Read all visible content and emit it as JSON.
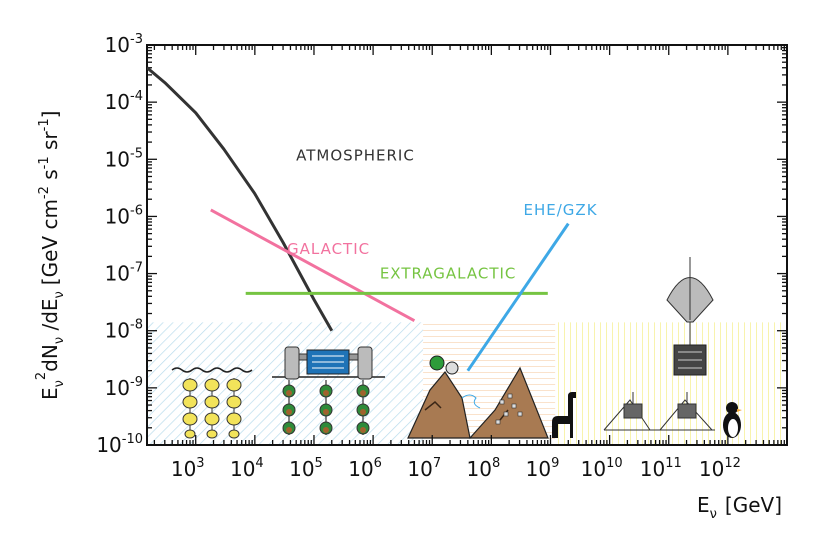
{
  "chart_data": {
    "type": "line",
    "title": "",
    "xlabel": "E_ν [GeV]",
    "ylabel": "E²_ν dN_ν /dE_ν [GeV cm⁻² s⁻¹ sr⁻¹]",
    "x_scale": "log",
    "y_scale": "log",
    "xlim": [
      150,
      10000000000000
    ],
    "ylim": [
      1e-10,
      0.001
    ],
    "grid": false,
    "x_ticks": [
      {
        "value": 1000,
        "base": "10",
        "exp": "3"
      },
      {
        "value": 10000,
        "base": "10",
        "exp": "4"
      },
      {
        "value": 100000,
        "base": "10",
        "exp": "5"
      },
      {
        "value": 1000000,
        "base": "10",
        "exp": "6"
      },
      {
        "value": 10000000,
        "base": "10",
        "exp": "7"
      },
      {
        "value": 100000000,
        "base": "10",
        "exp": "8"
      },
      {
        "value": 1000000000,
        "base": "10",
        "exp": "9"
      },
      {
        "value": 10000000000,
        "base": "10",
        "exp": "10"
      },
      {
        "value": 100000000000,
        "base": "10",
        "exp": "11"
      },
      {
        "value": 1000000000000,
        "base": "10",
        "exp": "12"
      }
    ],
    "y_ticks": [
      {
        "value": 0.001,
        "base": "10",
        "exp": "-3"
      },
      {
        "value": 0.0001,
        "base": "10",
        "exp": "-4"
      },
      {
        "value": 1e-05,
        "base": "10",
        "exp": "-5"
      },
      {
        "value": 1e-06,
        "base": "10",
        "exp": "-6"
      },
      {
        "value": 1e-07,
        "base": "10",
        "exp": "-7"
      },
      {
        "value": 1e-08,
        "base": "10",
        "exp": "-8"
      },
      {
        "value": 1e-09,
        "base": "10",
        "exp": "-9"
      },
      {
        "value": 1e-10,
        "base": "10",
        "exp": "-10"
      }
    ],
    "series": [
      {
        "name": "ATMOSPHERIC",
        "color": "#333333",
        "x": [
          150,
          300,
          1000,
          3000,
          10000,
          30000,
          100000,
          200000
        ],
        "y": [
          0.0004,
          0.00022,
          6.5e-05,
          1.5e-05,
          2.5e-06,
          3.5e-07,
          3.5e-08,
          1e-08
        ]
      },
      {
        "name": "GALACTIC",
        "color": "#f2729f",
        "x": [
          1800,
          5000000
        ],
        "y": [
          1.3e-06,
          1.5e-08
        ]
      },
      {
        "name": "EXTRAGALACTIC",
        "color": "#76c442",
        "x": [
          7000,
          900000000
        ],
        "y": [
          4.5e-08,
          4.5e-08
        ]
      },
      {
        "name": "EHE/GZK",
        "color": "#3ea8e6",
        "x": [
          40000000,
          2000000000
        ],
        "y": [
          2e-09,
          7.5e-07
        ]
      }
    ],
    "detector_panels": [
      {
        "name": "water-cherenkov-panel",
        "x_range": [
          150,
          7000000
        ],
        "color": "#b9dcec"
      },
      {
        "name": "radio-mountain-panel",
        "x_range": [
          7000000,
          1200000000
        ],
        "color": "#f7cfa8"
      },
      {
        "name": "balloon-radio-panel",
        "x_range": [
          1200000000,
          10000000000000
        ],
        "color": "#f4ee8a"
      }
    ]
  }
}
